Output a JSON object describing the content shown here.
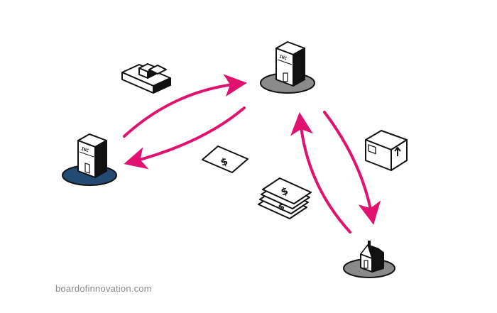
{
  "diagram": {
    "credit": "boardofinnovation.com",
    "building_label": "INC",
    "colors": {
      "arrow": "#e0116f",
      "outline": "#111111",
      "base_blue": "#234a73",
      "base_grey": "#8a8a8a",
      "paper": "#ffffff"
    },
    "nodes": [
      {
        "id": "left-company",
        "type": "company-building",
        "base": "blue"
      },
      {
        "id": "center-company",
        "type": "company-building",
        "base": "grey"
      },
      {
        "id": "customer-house",
        "type": "house",
        "base": "grey"
      }
    ],
    "flows": [
      {
        "from": "left-company",
        "to": "center-company",
        "item": "product-blocks-icon"
      },
      {
        "from": "center-company",
        "to": "left-company",
        "item": "single-banknote-icon"
      },
      {
        "from": "center-company",
        "to": "customer-house",
        "item": "package-box-icon"
      },
      {
        "from": "customer-house",
        "to": "center-company",
        "item": "banknote-stack-icon"
      }
    ]
  }
}
